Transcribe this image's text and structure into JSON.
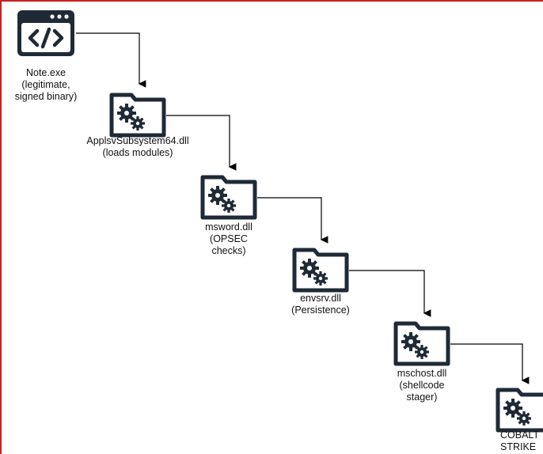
{
  "colors": {
    "frame": "#cc1f1f",
    "icon": "#1f2a36",
    "wire": "#000000"
  },
  "nodes": [
    {
      "icon": "code-window-icon",
      "label": "Note.exe\n(legitimate,\nsigned binary)"
    },
    {
      "icon": "gear-folder-icon",
      "label": "ApplsvSubsystem64.dll\n(loads modules)"
    },
    {
      "icon": "gear-folder-icon",
      "label": "msword.dll\n(OPSEC\nchecks)"
    },
    {
      "icon": "gear-folder-icon",
      "label": "envsrv.dll\n(Persistence)"
    },
    {
      "icon": "gear-folder-icon",
      "label": "mschost.dll\n(shellcode\nstager)"
    },
    {
      "icon": "gear-folder-icon",
      "label": "COBALT\nSTRIKE"
    }
  ]
}
